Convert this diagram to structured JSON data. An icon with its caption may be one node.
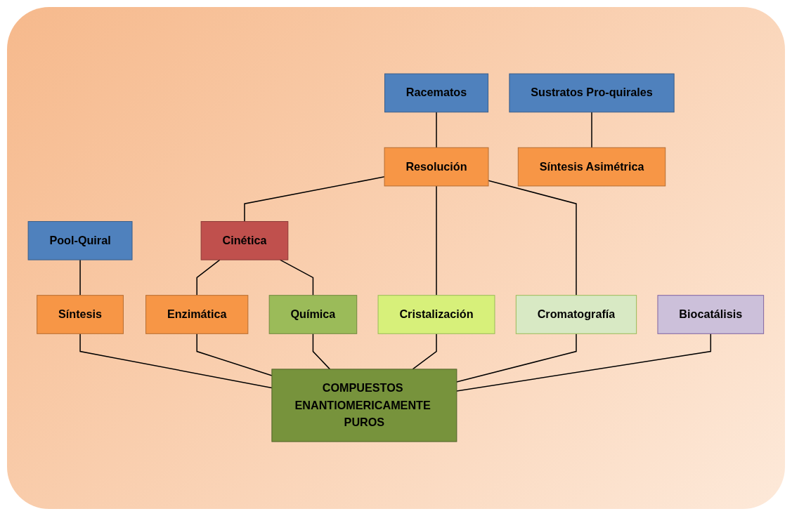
{
  "diagram": {
    "nodes": [
      {
        "text": [
          "Pool-Quiral"
        ]
      },
      {
        "text": [
          "Racematos"
        ]
      },
      {
        "text": [
          "Sustratos Pro-quirales"
        ]
      },
      {
        "text": [
          "Síntesis"
        ]
      },
      {
        "text": [
          "Resolución"
        ]
      },
      {
        "text": [
          "Síntesis Asimétrica"
        ]
      },
      {
        "text": [
          "Biocatálisis"
        ]
      },
      {
        "text": [
          "Cinética"
        ]
      },
      {
        "text": [
          "Cristalización"
        ]
      },
      {
        "text": [
          "Cromatografía"
        ]
      },
      {
        "text": [
          "Enzimática"
        ]
      },
      {
        "text": [
          "Química"
        ]
      },
      {
        "text": [
          "COMPUESTOS ENANTIOMERICAMENTE PUROS"
        ]
      }
    ],
    "edges": [
      {
        "from": 0,
        "to": 3,
        "arrow": "none"
      },
      {
        "from": 1,
        "to": 4,
        "arrow": "none"
      },
      {
        "from": 2,
        "to": 5,
        "arrow": "none"
      },
      {
        "from": 4,
        "to": 7,
        "arrow": "none"
      },
      {
        "from": 4,
        "to": 8,
        "arrow": "none"
      },
      {
        "from": 4,
        "to": 9,
        "arrow": "none"
      },
      {
        "from": 7,
        "to": 10,
        "arrow": "none"
      },
      {
        "from": 7,
        "to": 11,
        "arrow": "none"
      },
      {
        "from": 3,
        "to": 12,
        "arrow": "none"
      },
      {
        "from": 10,
        "to": 12,
        "arrow": "none"
      },
      {
        "from": 11,
        "to": 12,
        "arrow": "none"
      },
      {
        "from": 8,
        "to": 12,
        "arrow": "none"
      },
      {
        "from": 9,
        "to": 12,
        "arrow": "none"
      },
      {
        "from": 6,
        "to": 12,
        "arrow": "none"
      }
    ]
  }
}
